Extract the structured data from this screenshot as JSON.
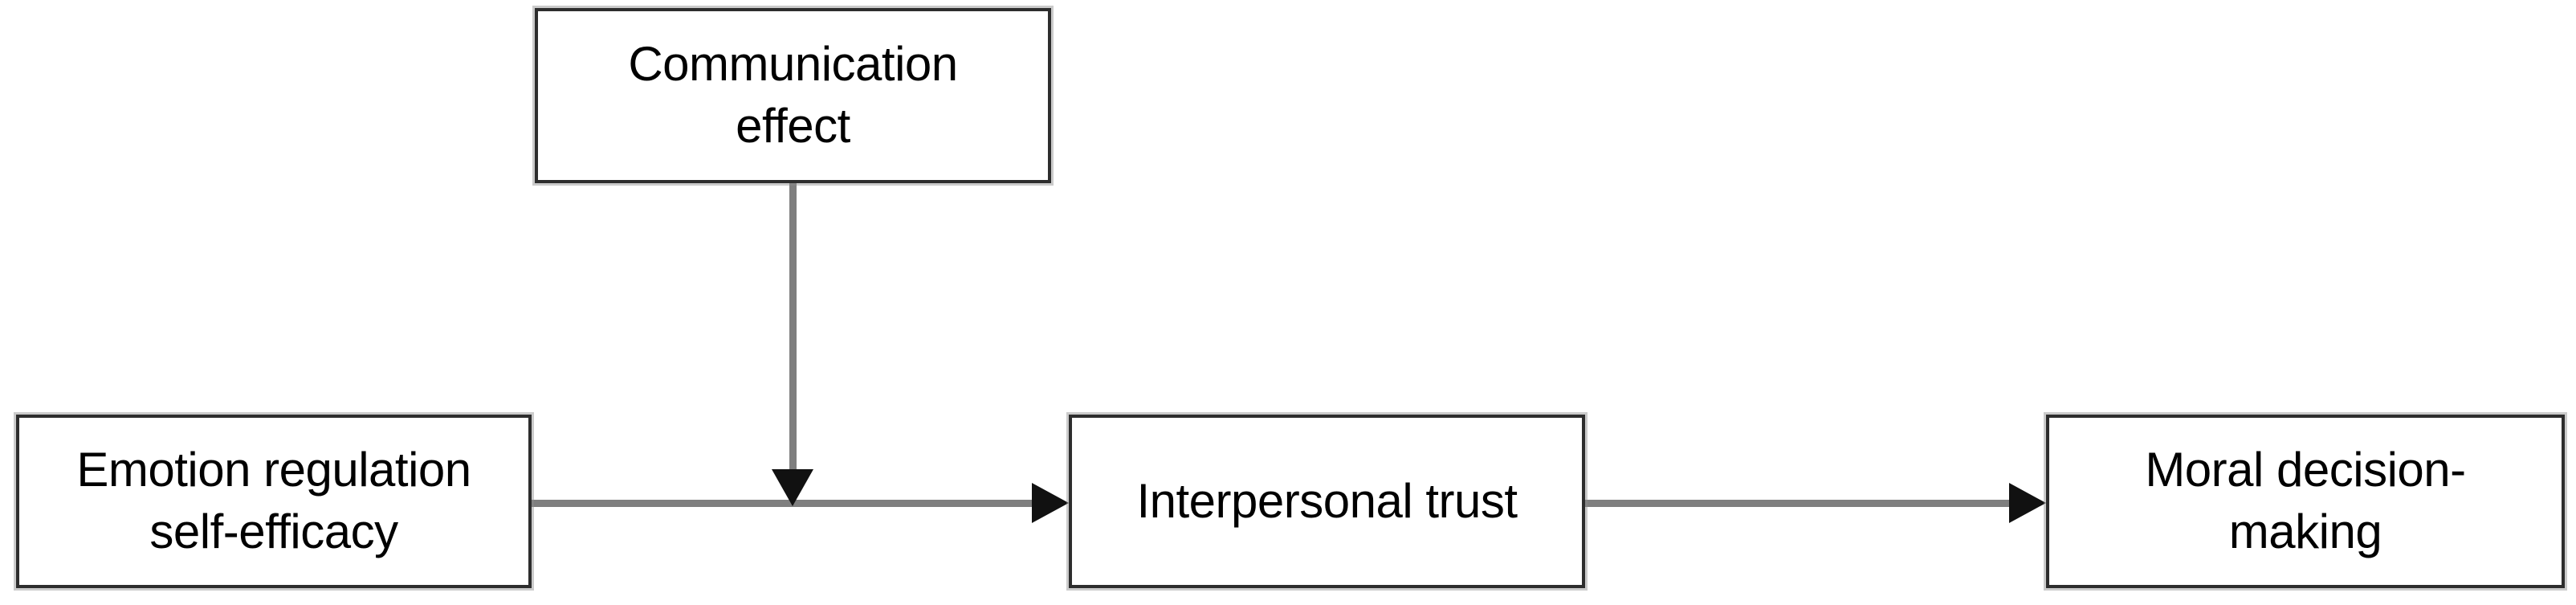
{
  "figure": {
    "type": "path-diagram",
    "nodes": [
      {
        "id": "communication-effect",
        "label": "Communication\neffect"
      },
      {
        "id": "emotion-regulation-self-efficacy",
        "label": "Emotion regulation\nself-efficacy"
      },
      {
        "id": "interpersonal-trust",
        "label": "Interpersonal trust"
      },
      {
        "id": "moral-decision-making",
        "label": "Moral decision-\nmaking"
      }
    ],
    "edges": [
      {
        "from": "emotion-regulation-self-efficacy",
        "to": "interpersonal-trust",
        "style": "arrow"
      },
      {
        "from": "interpersonal-trust",
        "to": "moral-decision-making",
        "style": "arrow"
      },
      {
        "from": "communication-effect",
        "to": "path(emotion-regulation-self-efficacy to interpersonal-trust)",
        "style": "arrow"
      }
    ],
    "colors": {
      "background": "#ffffff",
      "box_fill": "#ffffff",
      "box_border": "#2d2d2d",
      "line": "#7f7f7f",
      "arrowhead": "#111111",
      "text": "#000000"
    }
  }
}
